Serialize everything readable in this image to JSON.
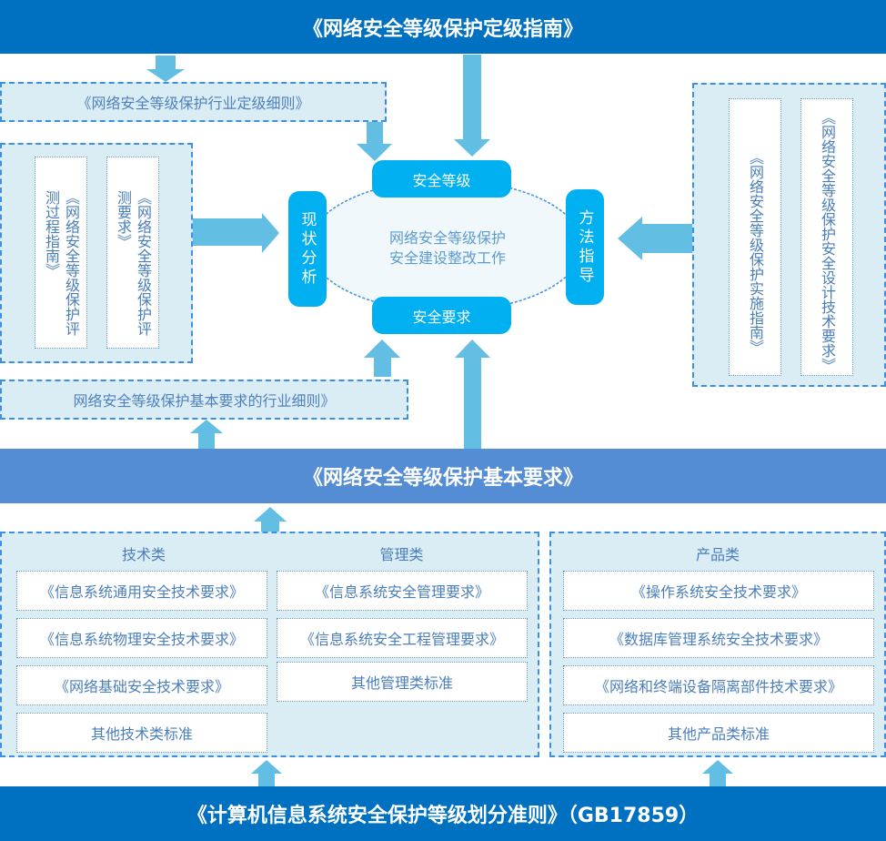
{
  "top_banner": {
    "title": "《网络安全等级保护定级指南》"
  },
  "industry_grading_rules": {
    "label": "《网络安全等级保护行业定级细则》"
  },
  "left_panel": {
    "items": [
      {
        "label": "《网络安全等级保护评测过程指南》"
      },
      {
        "label": "《网络安全等级保护评测要求》"
      }
    ]
  },
  "right_panel": {
    "items": [
      {
        "label": "《网络安全等级保护实施指南》"
      },
      {
        "label": "《网络安全等级保护安全设计技术要求》"
      }
    ]
  },
  "center": {
    "title_line1": "网络安全等级保护",
    "title_line2": "安全建设整改工作",
    "top": "安全等级",
    "bottom": "安全要求",
    "left": "现状分析",
    "right": "方法指导"
  },
  "industry_basic_rules": {
    "label": "网络安全等级保护基本要求的行业细则》"
  },
  "middle_banner": {
    "title": "《网络安全等级保护基本要求》"
  },
  "categories": {
    "tech": {
      "title": "技术类",
      "items": [
        "《信息系统通用安全技术要求》",
        "《信息系统物理安全技术要求》",
        "《网络基础安全技术要求》",
        "其他技术类标准"
      ]
    },
    "mgmt": {
      "title": "管理类",
      "items": [
        "《信息系统安全管理要求》",
        "《信息系统安全工程管理要求》",
        "其他管理类标准"
      ]
    },
    "product": {
      "title": "产品类",
      "items": [
        "《操作系统安全技术要求》",
        "《数据库管理系统安全技术要求》",
        "《网络和终端设备隔离部件技术要求》",
        "其他产品类标准"
      ]
    }
  },
  "bottom_banner": {
    "title": "《计算机信息系统安全保护等级划分准则》（GB17859）"
  }
}
